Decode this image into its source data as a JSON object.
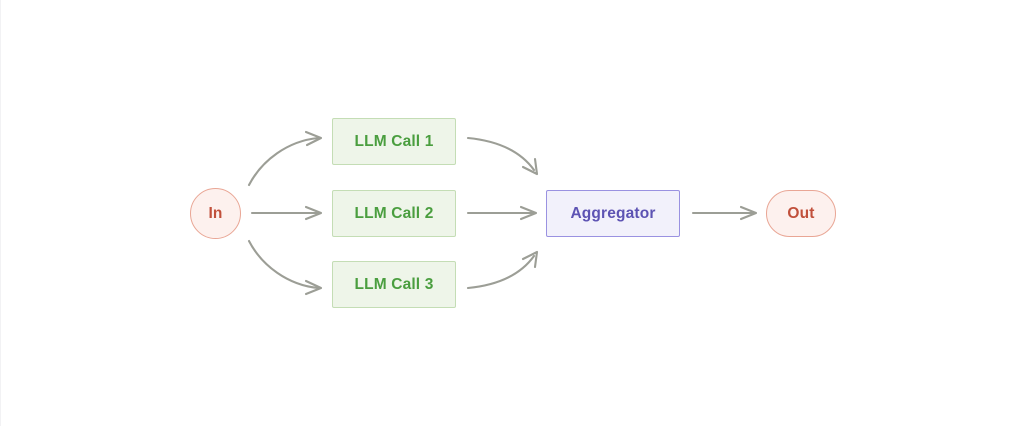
{
  "diagram": {
    "type": "flowchart",
    "orientation": "left-to-right",
    "background_color": "#ffffff",
    "nodes": [
      {
        "id": "in",
        "label": "In",
        "shape": "circle",
        "fill_color": "#fdf1ee",
        "border_color": "#e9a695",
        "text_color": "#c1503b"
      },
      {
        "id": "llm-call-1",
        "label": "LLM Call 1",
        "shape": "rectangle",
        "fill_color": "#eef5e9",
        "border_color": "#c4ddb5",
        "text_color": "#4a9e3f"
      },
      {
        "id": "llm-call-2",
        "label": "LLM Call 2",
        "shape": "rectangle",
        "fill_color": "#eef5e9",
        "border_color": "#c4ddb5",
        "text_color": "#4a9e3f"
      },
      {
        "id": "llm-call-3",
        "label": "LLM Call 3",
        "shape": "rectangle",
        "fill_color": "#eef5e9",
        "border_color": "#c4ddb5",
        "text_color": "#4a9e3f"
      },
      {
        "id": "aggregator",
        "label": "Aggregator",
        "shape": "rectangle",
        "fill_color": "#f2f1fb",
        "border_color": "#9a92e1",
        "text_color": "#5d53b3"
      },
      {
        "id": "out",
        "label": "Out",
        "shape": "stadium",
        "fill_color": "#fdf1ee",
        "border_color": "#e9a695",
        "text_color": "#c1503b"
      }
    ],
    "edges": [
      {
        "id": "in-to-llm-call-1",
        "from": "in",
        "to": "llm-call-1",
        "style": "curved",
        "color": "#9c9e96"
      },
      {
        "id": "in-to-llm-call-2",
        "from": "in",
        "to": "llm-call-2",
        "style": "straight",
        "color": "#9c9e96"
      },
      {
        "id": "in-to-llm-call-3",
        "from": "in",
        "to": "llm-call-3",
        "style": "curved",
        "color": "#9c9e96"
      },
      {
        "id": "llm-call-1-to-aggregator",
        "from": "llm-call-1",
        "to": "aggregator",
        "style": "curved",
        "color": "#9c9e96"
      },
      {
        "id": "llm-call-2-to-aggregator",
        "from": "llm-call-2",
        "to": "aggregator",
        "style": "straight",
        "color": "#9c9e96"
      },
      {
        "id": "llm-call-3-to-aggregator",
        "from": "llm-call-3",
        "to": "aggregator",
        "style": "curved",
        "color": "#9c9e96"
      },
      {
        "id": "aggregator-to-out",
        "from": "aggregator",
        "to": "out",
        "style": "straight",
        "color": "#9c9e96"
      }
    ]
  }
}
